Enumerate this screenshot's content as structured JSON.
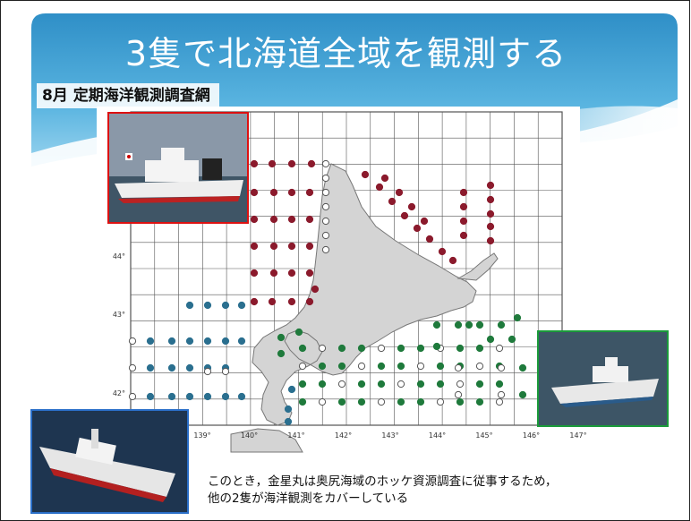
{
  "slide": {
    "title": "3隻で北海道全域を観測する",
    "subtitle": "8月 定期海洋観測調査網",
    "caption_line1": "このとき，金星丸は奥尻海域のホッケ資源調査に従事するため，",
    "caption_line2": "他の2隻が海洋観測をカバーしている"
  },
  "map": {
    "lat_labels": [
      "44°",
      "43°",
      "42°"
    ],
    "lon_labels": [
      "139°",
      "140°",
      "141°",
      "142°",
      "143°",
      "144°",
      "145°",
      "146°",
      "147°"
    ],
    "colors": {
      "red": "#8b1a2c",
      "green": "#1f7a3c",
      "blue": "#2a6f8f",
      "land": "#d4d4d4",
      "grid": "#555555"
    }
  },
  "photos": {
    "top": "ship-photo-red",
    "right": "ship-photo-green",
    "left": "ship-photo-blue"
  }
}
